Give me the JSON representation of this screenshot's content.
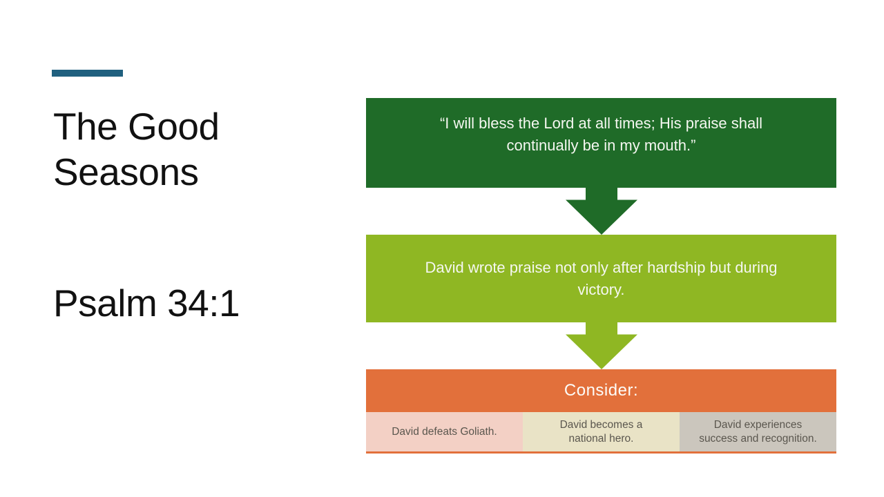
{
  "colors": {
    "accent_bar": "#20607f",
    "dark_green": "#1f6b28",
    "lime_green": "#8fb723",
    "orange": "#e2703b",
    "cell_pink": "#f3d0c5",
    "cell_beige": "#e9e3c6",
    "cell_gray": "#cbc6bd",
    "box_text": "#f5f7f1",
    "cell_text": "#5a564e",
    "title_text": "#111111"
  },
  "left": {
    "title": "The Good\nSeasons",
    "subtitle": "Psalm 34:1"
  },
  "flow": {
    "boxes": [
      {
        "text": "“I will bless the Lord at all times; His praise shall\ncontinually be in my mouth.”",
        "bg": "#1f6b28"
      },
      {
        "text": "David wrote praise not only after hardship but during\nvictory.",
        "bg": "#8fb723"
      }
    ],
    "arrows": [
      {
        "name": "down-arrow",
        "color": "#1f6b28"
      },
      {
        "name": "down-arrow",
        "color": "#8fb723"
      }
    ],
    "consider": {
      "header": "Consider:",
      "bg": "#e2703b",
      "cells": [
        {
          "text": "David defeats Goliath.",
          "bg": "#f3d0c5"
        },
        {
          "text": "David becomes a\nnational hero.",
          "bg": "#e9e3c6"
        },
        {
          "text": "David experiences\nsuccess and recognition.",
          "bg": "#cbc6bd"
        }
      ]
    }
  }
}
